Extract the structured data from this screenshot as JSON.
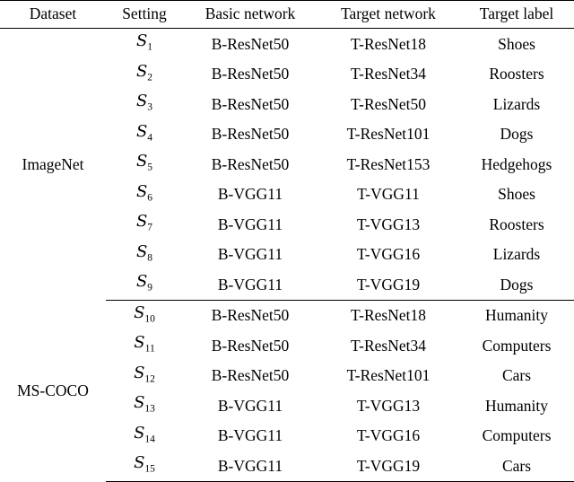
{
  "table": {
    "columns": [
      {
        "key": "dataset",
        "label": "Dataset"
      },
      {
        "key": "setting",
        "label": "Setting"
      },
      {
        "key": "basic_network",
        "label": "Basic network"
      },
      {
        "key": "target_network",
        "label": "Target network"
      },
      {
        "key": "target_label",
        "label": "Target label"
      }
    ],
    "sections": [
      {
        "dataset": "ImageNet",
        "rows": [
          {
            "setting_symbol": "S",
            "setting_index": "1",
            "basic_network": "B-ResNet50",
            "target_network": "T-ResNet18",
            "target_label": "Shoes"
          },
          {
            "setting_symbol": "S",
            "setting_index": "2",
            "basic_network": "B-ResNet50",
            "target_network": "T-ResNet34",
            "target_label": "Roosters"
          },
          {
            "setting_symbol": "S",
            "setting_index": "3",
            "basic_network": "B-ResNet50",
            "target_network": "T-ResNet50",
            "target_label": "Lizards"
          },
          {
            "setting_symbol": "S",
            "setting_index": "4",
            "basic_network": "B-ResNet50",
            "target_network": "T-ResNet101",
            "target_label": "Dogs"
          },
          {
            "setting_symbol": "S",
            "setting_index": "5",
            "basic_network": "B-ResNet50",
            "target_network": "T-ResNet153",
            "target_label": "Hedgehogs"
          },
          {
            "setting_symbol": "S",
            "setting_index": "6",
            "basic_network": "B-VGG11",
            "target_network": "T-VGG11",
            "target_label": "Shoes"
          },
          {
            "setting_symbol": "S",
            "setting_index": "7",
            "basic_network": "B-VGG11",
            "target_network": "T-VGG13",
            "target_label": "Roosters"
          },
          {
            "setting_symbol": "S",
            "setting_index": "8",
            "basic_network": "B-VGG11",
            "target_network": "T-VGG16",
            "target_label": "Lizards"
          },
          {
            "setting_symbol": "S",
            "setting_index": "9",
            "basic_network": "B-VGG11",
            "target_network": "T-VGG19",
            "target_label": "Dogs"
          }
        ]
      },
      {
        "dataset": "MS-COCO",
        "rows": [
          {
            "setting_symbol": "S",
            "setting_index": "10",
            "basic_network": "B-ResNet50",
            "target_network": "T-ResNet18",
            "target_label": "Humanity"
          },
          {
            "setting_symbol": "S",
            "setting_index": "11",
            "basic_network": "B-ResNet50",
            "target_network": "T-ResNet34",
            "target_label": "Computers"
          },
          {
            "setting_symbol": "S",
            "setting_index": "12",
            "basic_network": "B-ResNet50",
            "target_network": "T-ResNet101",
            "target_label": "Cars"
          },
          {
            "setting_symbol": "S",
            "setting_index": "13",
            "basic_network": "B-VGG11",
            "target_network": "T-VGG13",
            "target_label": "Humanity"
          },
          {
            "setting_symbol": "S",
            "setting_index": "14",
            "basic_network": "B-VGG11",
            "target_network": "T-VGG16",
            "target_label": "Computers"
          },
          {
            "setting_symbol": "S",
            "setting_index": "15",
            "basic_network": "B-VGG11",
            "target_network": "T-VGG19",
            "target_label": "Cars"
          }
        ]
      }
    ]
  },
  "style": {
    "text_color": "#000000",
    "rule_color": "#000000",
    "background": "#ffffff"
  }
}
